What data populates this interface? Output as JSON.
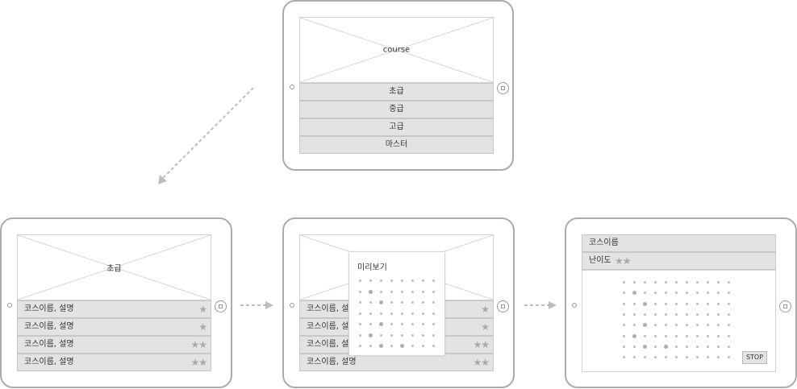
{
  "screen1": {
    "hero_label": "course",
    "levels": [
      "초급",
      "중급",
      "고급",
      "마스터"
    ]
  },
  "screen2": {
    "hero_label": "초급",
    "courses": [
      {
        "label": "코스이름, 설명",
        "stars": "★"
      },
      {
        "label": "코스이름, 설명",
        "stars": "★"
      },
      {
        "label": "코스이름, 설명",
        "stars": "★★"
      },
      {
        "label": "코스이름, 설명",
        "stars": "★★"
      }
    ]
  },
  "screen3": {
    "courses": [
      {
        "label": "코스이름, 설명",
        "stars": "★"
      },
      {
        "label": "코스이름, 설명",
        "stars": "★"
      },
      {
        "label": "코스이름, 설명",
        "stars": "★★"
      },
      {
        "label": "코스이름, 설명",
        "stars": "★★"
      }
    ],
    "popup_title": "미리보기"
  },
  "screen4": {
    "course_name": "코스이름",
    "difficulty_label": "난이도",
    "difficulty_stars": "★★",
    "stop_label": "STOP"
  },
  "icons": {
    "camera": "camera-icon",
    "home": "home-button-icon",
    "star": "star-icon",
    "arrow": "arrow-icon"
  },
  "colors": {
    "row_bg": "#e3e3e3",
    "border": "#ababab",
    "star": "#a9a9a9"
  }
}
